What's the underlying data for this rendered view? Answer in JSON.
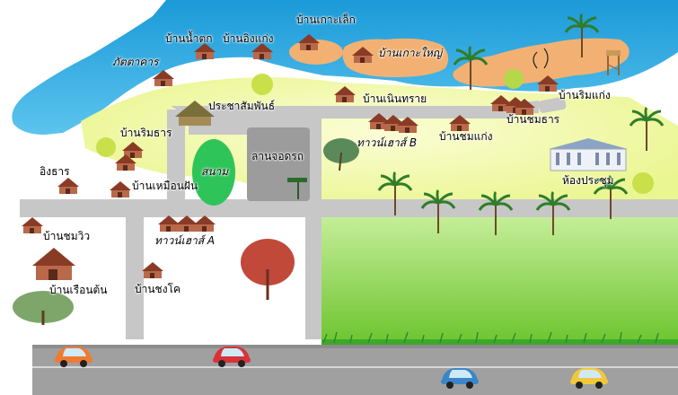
{
  "map": {
    "colors": {
      "river": "#1fa7e0",
      "river_light": "#7fd0f2",
      "sand": "#f2b173",
      "meadow": "#f1f6a0",
      "grass": "#7ccf3a",
      "road": "#c7c7c7",
      "road_main": "#9c9c9c",
      "pond": "#2ec45a",
      "plaza": "#9a9a9a",
      "house": "#9a4a33",
      "roof": "#c15a3a"
    },
    "labels": {
      "koh_lek": "บ้านเกาะเล็ก",
      "koh_yai": "บ้านเกาะใหญ่",
      "nam_tok": "บ้านน้ำตก",
      "ing_kaeng": "บ้านอิงแก่ง",
      "phattakhan": "ภัตตาคาร",
      "prachasamphan": "ประชาสัมพันธ์",
      "noen_sai": "บ้านเนินทราย",
      "rim_kaeng": "บ้านริมแก่ง",
      "rim_than": "บ้านริมธาร",
      "ing_than": "อิงธาร",
      "mueang_fan": "บ้านเหมือนฝัน",
      "sanam": "สนาม",
      "lan_jot_rot": "ลานจอดรถ",
      "townhouse_b": "ทาวน์เฮาส์ B",
      "chom_kaeng": "บ้านชมแก่ง",
      "chom_than": "บ้านชมธาร",
      "hong_prachum": "ห้องประชุม",
      "chom_wiw": "บ้านชมวิว",
      "townhouse_a": "ทาวน์เฮาส์ A",
      "ruean_ton": "บ้านเรือนต้น",
      "chong_kho": "บ้านชงโค"
    },
    "icons": [
      "house-icon",
      "palm-tree-icon",
      "tree-icon",
      "car-icon",
      "meeting-hall-icon",
      "reception-hut-icon",
      "signpost-icon",
      "water-tower-icon"
    ]
  }
}
